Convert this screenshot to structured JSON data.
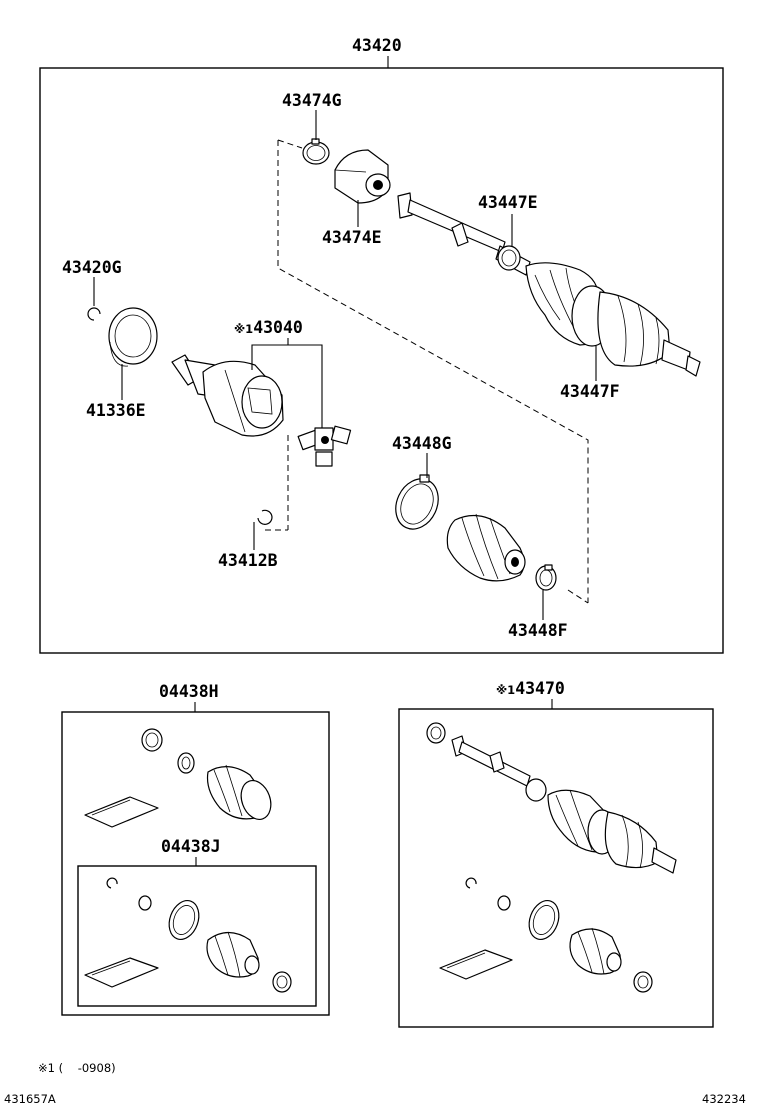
{
  "diagram": {
    "main_assembly": "43420",
    "parts": {
      "p43474G": "43474G",
      "p43474E": "43474E",
      "p43447E": "43447E",
      "p43420G": "43420G",
      "p41336E": "41336E",
      "p43040": "43040",
      "p43447F": "43447F",
      "p43448G": "43448G",
      "p43412B": "43412B",
      "p43448F": "43448F",
      "p04438H": "04438H",
      "p04438J": "04438J",
      "p43470": "43470"
    },
    "note_mark": "※1",
    "note_text": "※1 (    -0908)",
    "footer_left": "431657A",
    "footer_right": "432234"
  }
}
